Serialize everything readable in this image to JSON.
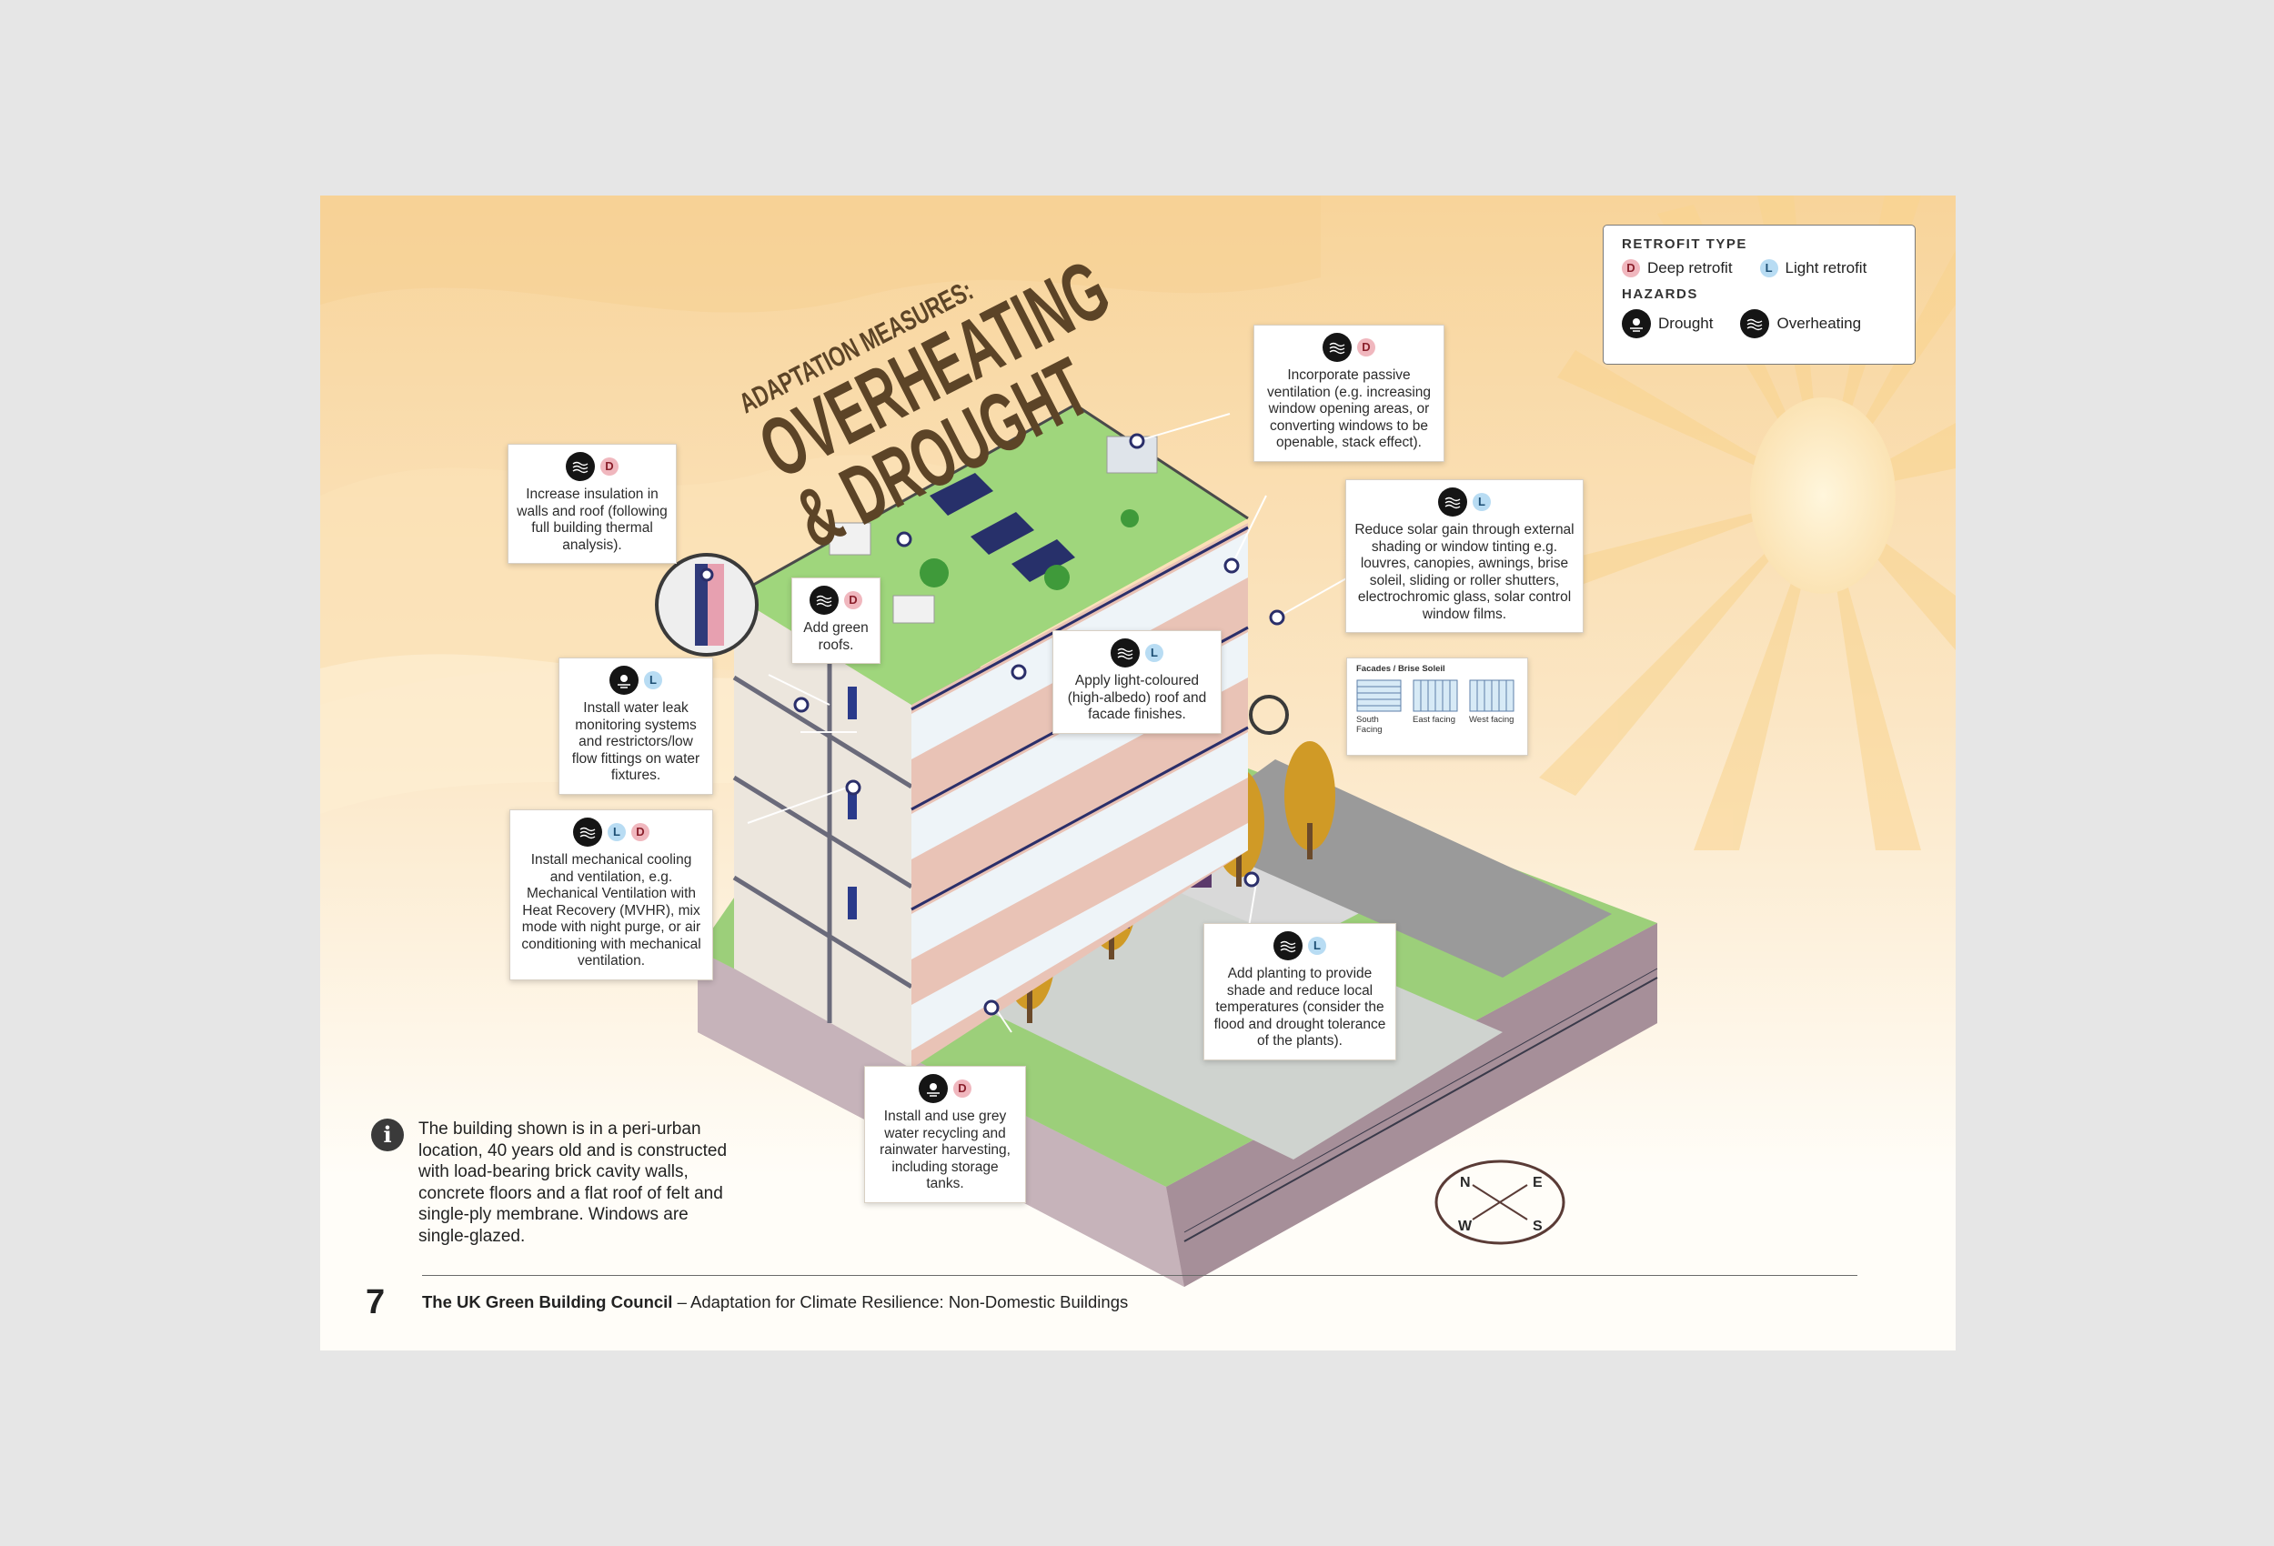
{
  "title": {
    "line1": "ADAPTATION MEASURES:",
    "line2": "OVERHEATING",
    "line3": "& DROUGHT"
  },
  "legend": {
    "retrofit_heading": "RETROFIT TYPE",
    "deep": "Deep retrofit",
    "light": "Light retrofit",
    "hazards_heading": "HAZARDS",
    "drought": "Drought",
    "overheating": "Overheating"
  },
  "badges": {
    "d": "D",
    "l": "L"
  },
  "callouts": {
    "passive": "Incorporate passive ventilation (e.g. increasing window opening areas, or converting windows to be openable, stack effect).",
    "insulation": "Increase insulation in walls and roof (following full building thermal analysis).",
    "green_roofs": "Add green roofs.",
    "solar_gain": "Reduce solar gain through external shading or window tinting e.g. louvres, canopies, awnings, brise soleil, sliding or roller shutters, electrochromic glass, solar control window films.",
    "water_leak": "Install water leak monitoring systems and restrictors/low flow fittings on water fixtures.",
    "light_coloured": "Apply light-coloured (high-albedo) roof and facade finishes.",
    "mechanical": "Install mechanical cooling and ventilation, e.g. Mechanical Ventilation with Heat Recovery (MVHR), mix mode with night purge, or air conditioning with mechanical ventilation.",
    "planting": "Add planting to provide shade and reduce local temperatures (consider the flood and drought tolerance of the plants).",
    "grey_water": "Install and use grey water recycling and rainwater harvesting, including storage tanks."
  },
  "facades": {
    "title": "Facades / Brise Soleil",
    "south": "South Facing",
    "east": "East facing",
    "west": "West facing"
  },
  "info_text": "The building shown is in a peri-urban location, 40 years old and is constructed with load-bearing brick cavity walls, concrete floors and a flat roof of felt and single-ply membrane. Windows are single-glazed.",
  "footer": {
    "page_number": "7",
    "org": "The UK Green Building Council",
    "dash": "–",
    "doc": "Adaptation for Climate Resilience: Non-Domestic Buildings"
  },
  "compass": {
    "n": "N",
    "e": "E",
    "s": "S",
    "w": "W"
  },
  "colors": {
    "sky": "#f8d9a0",
    "title": "#5c4427",
    "deep_badge": "#f0b7be",
    "light_badge": "#b8dcf3",
    "roof_green": "#8fcf6a",
    "brick": "#e8b4a8"
  }
}
